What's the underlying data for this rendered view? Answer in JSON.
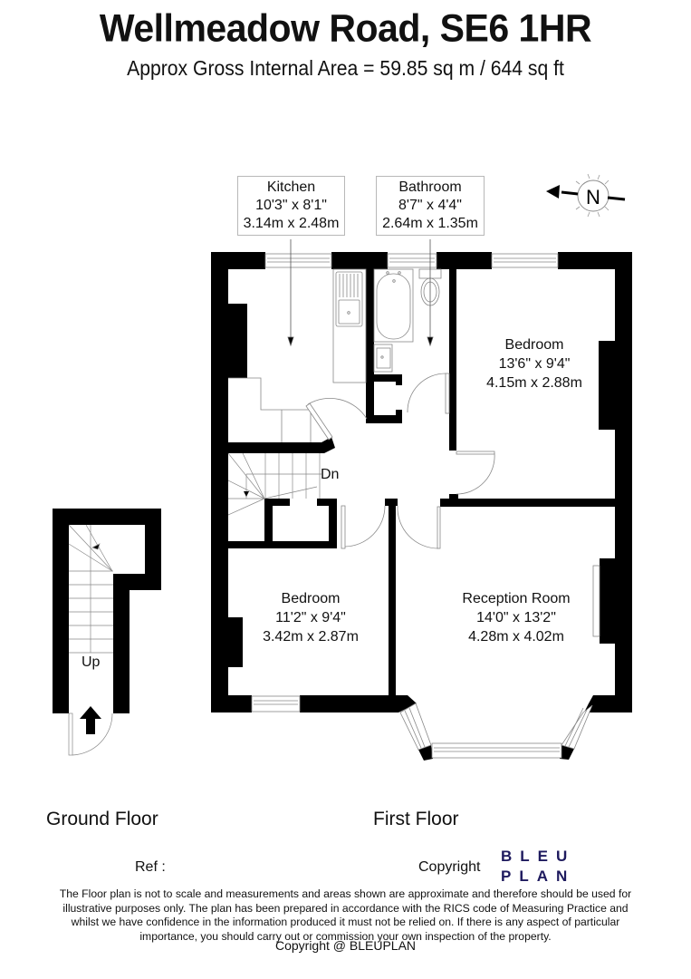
{
  "header": {
    "title": "Wellmeadow Road, SE6 1HR",
    "subtitle": "Approx Gross Internal Area = 59.85 sq m / 644 sq ft"
  },
  "compass": {
    "icon": "north-arrow-icon",
    "letter": "N",
    "direction": "west"
  },
  "rooms": {
    "kitchen": {
      "name": "Kitchen",
      "imperial": "10'3\" x 8'1\"",
      "metric": "3.14m x 2.48m"
    },
    "bathroom": {
      "name": "Bathroom",
      "imperial": "8'7\" x 4'4\"",
      "metric": "2.64m x 1.35m"
    },
    "bedroom1": {
      "name": "Bedroom",
      "imperial": "13'6\" x 9'4\"",
      "metric": "4.15m x 2.88m"
    },
    "bedroom2": {
      "name": "Bedroom",
      "imperial": "11'2\" x 9'4\"",
      "metric": "3.42m x 2.87m"
    },
    "reception": {
      "name": "Reception Room",
      "imperial": "14'0\" x 13'2\"",
      "metric": "4.28m x 4.02m"
    }
  },
  "stairs": {
    "down_label": "Dn",
    "up_label": "Up"
  },
  "floors": {
    "ground": "Ground Floor",
    "first": "First Floor"
  },
  "footer": {
    "ref_label": "Ref :",
    "copyright_label": "Copyright",
    "logo_line1": "BLEU",
    "logo_line2": "PLAN",
    "logo_color": "#1e1a5e",
    "disclaimer": "The Floor plan is not to scale and measurements and areas shown are approximate and therefore should be used for illustrative purposes only. The plan has been prepared in accordance with the RICS code of Measuring Practice and whilst we have confidence in the information produced it must not be relied on. If there is any aspect of particular importance, you should carry out or commission your own inspection of the property.",
    "copyright_footer": "Copyright @ BLEUPLAN"
  }
}
